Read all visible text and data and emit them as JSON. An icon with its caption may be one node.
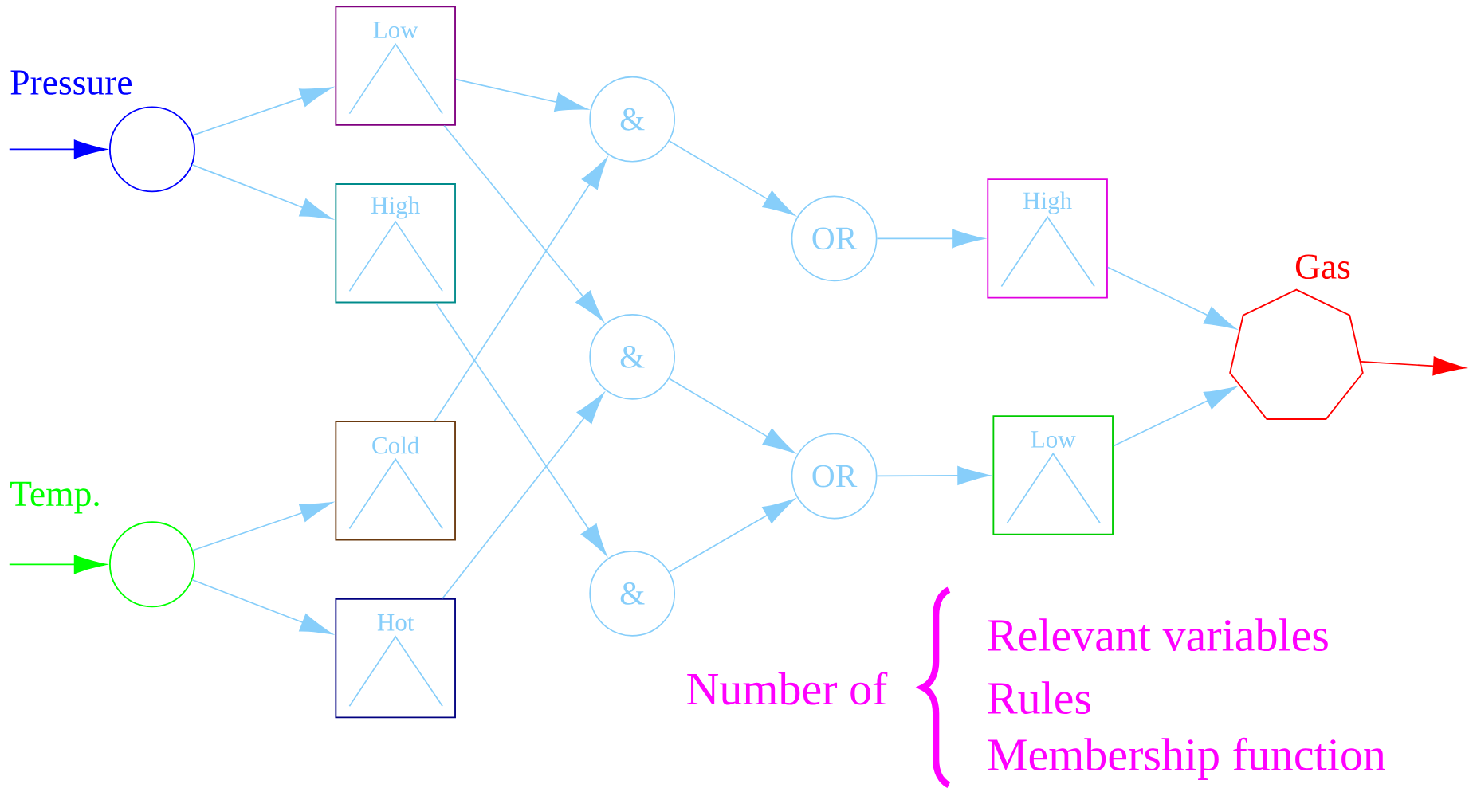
{
  "diagram": {
    "nodes": [
      {
        "text": [
          "Pressure"
        ]
      },
      {
        "text": [
          "Temp."
        ]
      },
      {
        "text": [
          "Low"
        ]
      },
      {
        "text": [
          "High"
        ]
      },
      {
        "text": [
          "Cold"
        ]
      },
      {
        "text": [
          "Hot"
        ]
      },
      {
        "text": [
          "&"
        ]
      },
      {
        "text": [
          "&"
        ]
      },
      {
        "text": [
          "&"
        ]
      },
      {
        "text": [
          "OR"
        ]
      },
      {
        "text": [
          "OR"
        ]
      },
      {
        "text": [
          "High"
        ]
      },
      {
        "text": [
          "Low"
        ]
      },
      {
        "text": [
          "Gas"
        ]
      }
    ],
    "edges": [
      {
        "from": null,
        "to": 0,
        "arrow": "to",
        "color": "#0000ff"
      },
      {
        "from": null,
        "to": 1,
        "arrow": "to",
        "color": "#00ff00"
      },
      {
        "from": 0,
        "to": 2,
        "arrow": "to"
      },
      {
        "from": 0,
        "to": 3,
        "arrow": "to"
      },
      {
        "from": 1,
        "to": 4,
        "arrow": "to"
      },
      {
        "from": 1,
        "to": 5,
        "arrow": "to"
      },
      {
        "from": 2,
        "to": 6,
        "arrow": "to"
      },
      {
        "from": 2,
        "to": 7,
        "arrow": "to"
      },
      {
        "from": 3,
        "to": 8,
        "arrow": "to"
      },
      {
        "from": 4,
        "to": 6,
        "arrow": "to"
      },
      {
        "from": 5,
        "to": 7,
        "arrow": "to"
      },
      {
        "from": 6,
        "to": 9,
        "arrow": "to"
      },
      {
        "from": 7,
        "to": 10,
        "arrow": "to"
      },
      {
        "from": 8,
        "to": 10,
        "arrow": "to"
      },
      {
        "from": 9,
        "to": 11,
        "arrow": "to"
      },
      {
        "from": 10,
        "to": 12,
        "arrow": "to"
      },
      {
        "from": 11,
        "to": 13,
        "arrow": "to"
      },
      {
        "from": 12,
        "to": 13,
        "arrow": "to"
      },
      {
        "from": 13,
        "to": null,
        "arrow": "to",
        "color": "#ff0000"
      }
    ],
    "labels": [
      "Number of",
      "Relevant variables",
      "Rules",
      "Membership function"
    ]
  }
}
